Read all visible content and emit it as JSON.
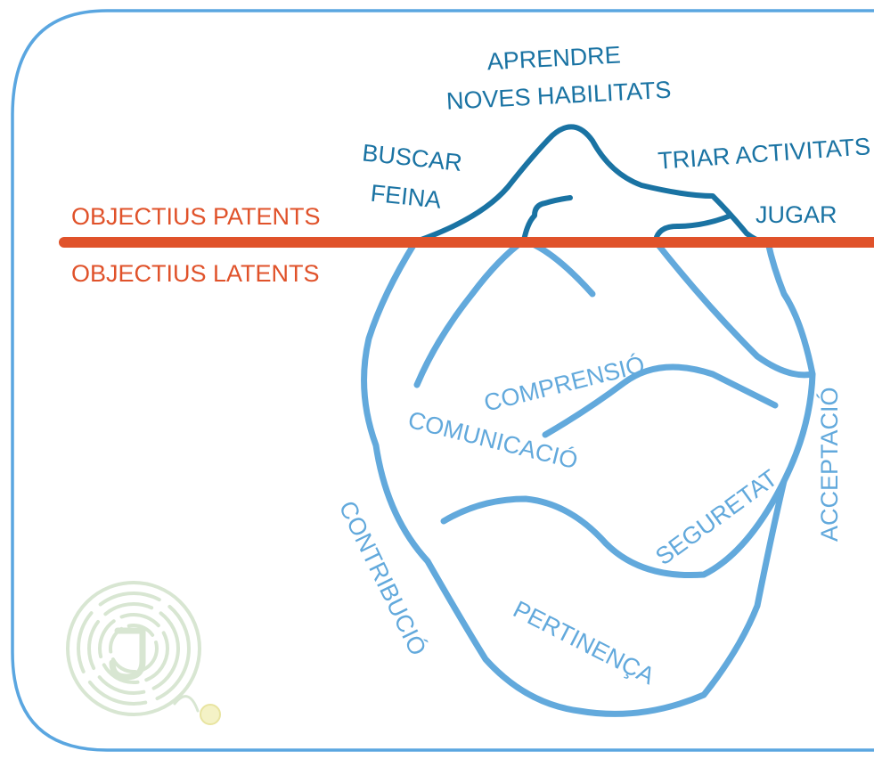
{
  "diagram": {
    "colors": {
      "frame": "#5aa6e0",
      "tip": "#1a73a3",
      "base": "#62a9dc",
      "waterline": "#e0522a",
      "logo": "#d8e6d2"
    },
    "waterline": {
      "patent_label": "OBJECTIUS PATENTS",
      "latent_label": "OBJECTIUS LATENTS"
    },
    "visible_goals": {
      "aprendre_1": "APRENDRE",
      "aprendre_2": "NOVES HABILITATS",
      "buscar_1": "BUSCAR",
      "buscar_2": "FEINA",
      "triar": "TRIAR ACTIVITATS",
      "jugar": "JUGAR"
    },
    "hidden_needs": {
      "comprensio": "COMPRENSIÓ",
      "comunicacio": "COMUNICACIÓ",
      "seguretat": "SEGURETAT",
      "acceptacio": "ACCEPTACIÓ",
      "contribucio": "CONTRIBUCIÓ",
      "pertinenca": "PERTINENÇA"
    },
    "logo": {
      "icon": "maze-logo-icon"
    }
  }
}
